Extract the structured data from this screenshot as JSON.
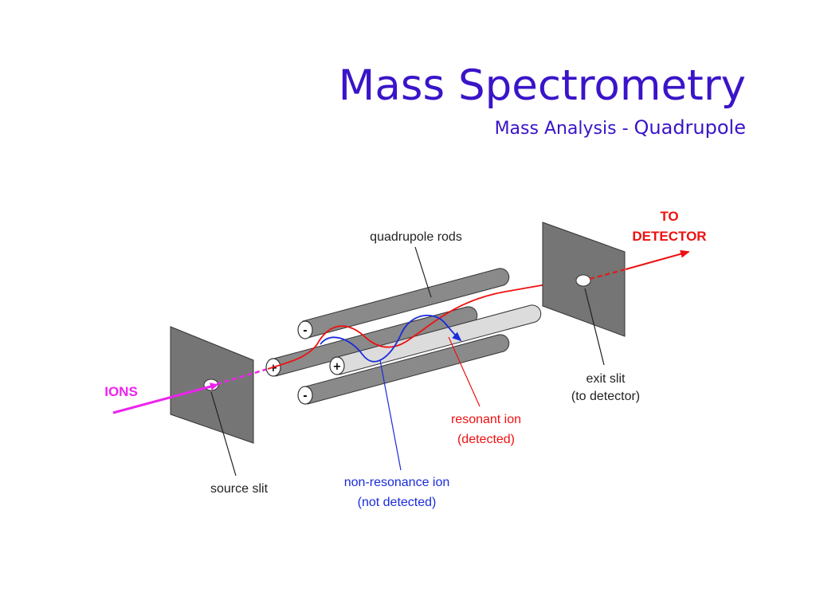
{
  "slide": {
    "title": "Mass Spectrometry",
    "subtitle_a": "Mass Analysis - ",
    "subtitle_b": "Quadrupole"
  },
  "diagram": {
    "labels": {
      "quadrupole_rods": "quadrupole rods",
      "to": "TO",
      "detector": "DETECTOR",
      "ions": "IONS",
      "exit_slit_1": "exit slit",
      "exit_slit_2": "(to detector)",
      "resonant_1": "resonant ion",
      "resonant_2": "(detected)",
      "nonres_1": "non-resonance ion",
      "nonres_2": "(not detected)",
      "source_slit": "source slit"
    },
    "signs": {
      "rod_top": "-",
      "rod_left": "+",
      "rod_front": "+",
      "rod_bottom": "-"
    },
    "colors": {
      "title": "#3a14c8",
      "ions": "#ee22ee",
      "resonant": "#ee1111",
      "nonresonant": "#1a2bdd",
      "plate": "#757575",
      "rod_dark": "#8a8a8a",
      "rod_light": "#dcdcdc"
    }
  }
}
